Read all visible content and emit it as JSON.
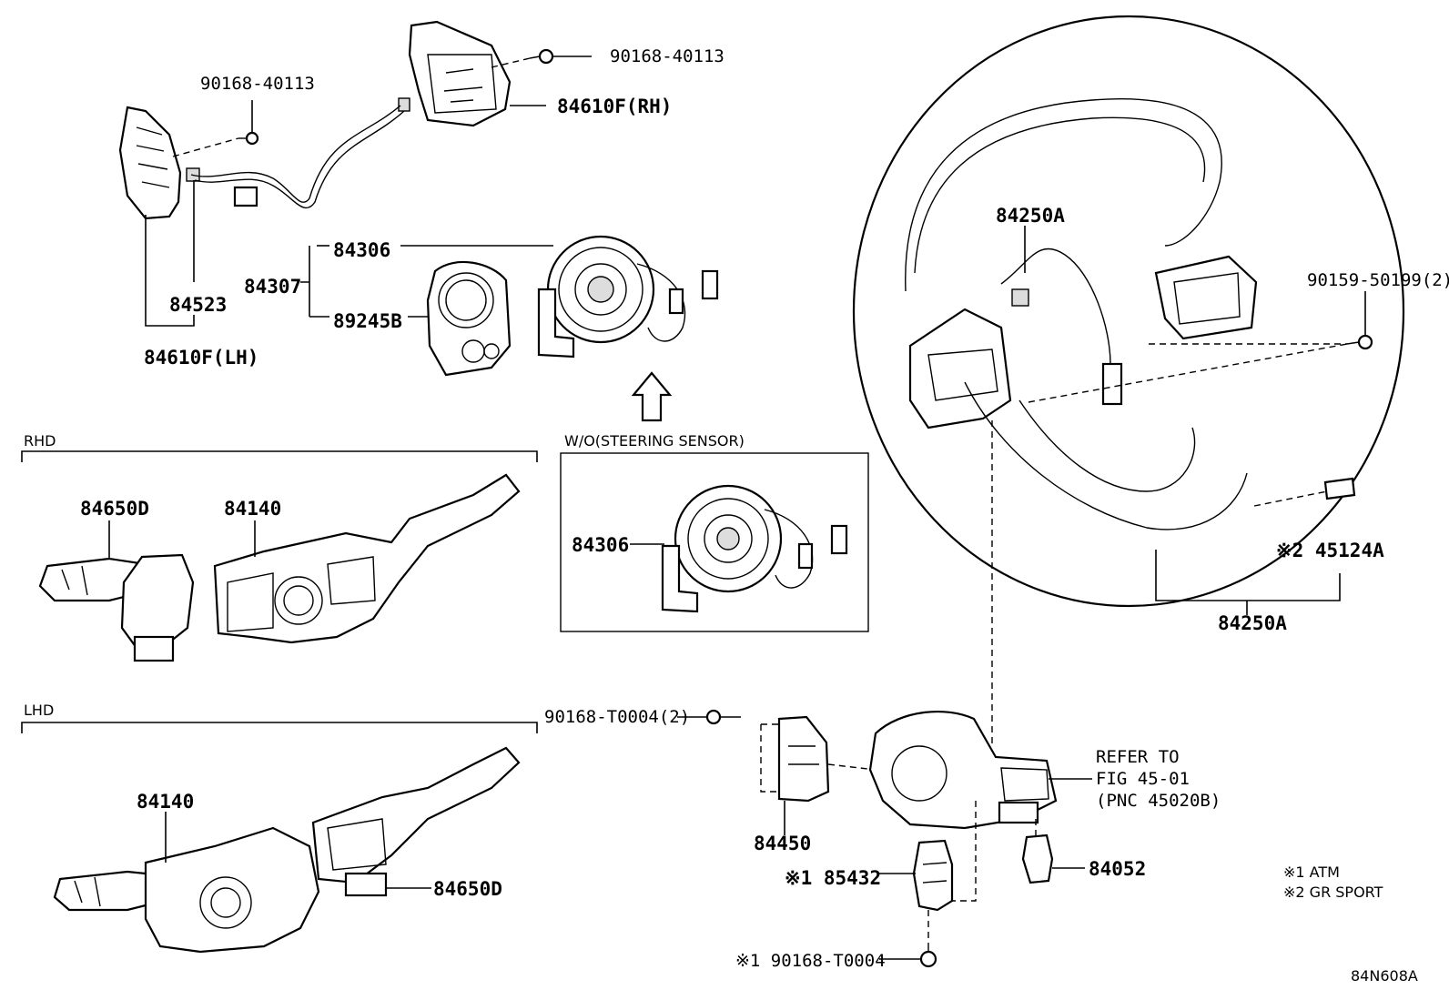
{
  "labels": {
    "l90168_40113_top": "90168-40113",
    "l90168_40113_left": "90168-40113",
    "l84610F_RH": "84610F(RH)",
    "l84523": "84523",
    "l84610F_LH": "84610F(LH)",
    "l84306_top": "84306",
    "l84307": "84307",
    "l89245B": "89245B",
    "l84250A_top": "84250A",
    "l90159_50199": "90159-50199(2)",
    "l45124A": "※2 45124A",
    "l84250A_bottom": "84250A",
    "l84650D_rhd": "84650D",
    "l84140_rhd": "84140",
    "l84306_wo": "84306",
    "l90168_T0004_2": "90168-T0004(2)",
    "l84140_lhd": "84140",
    "l84650D_lhd": "84650D",
    "l84450": "84450",
    "l85432": "※1 85432",
    "l84052": "84052",
    "l90168_T0004": "※1 90168-T0004",
    "refer_line1": "REFER TO",
    "refer_line2": "FIG 45-01",
    "refer_line3": "(PNC 45020B)",
    "note1": "※1 ATM",
    "note2": "※2 GR SPORT",
    "diagram_code": "84N608A"
  },
  "sections": {
    "rhd": "RHD",
    "lhd": "LHD",
    "wo_steering_sensor": "W/O(STEERING SENSOR)"
  }
}
